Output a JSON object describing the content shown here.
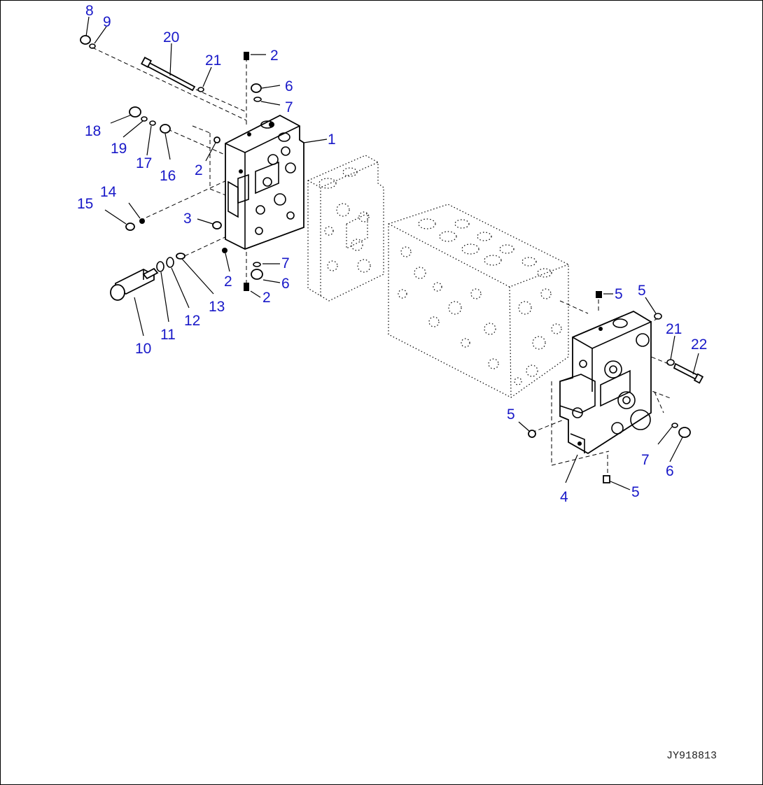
{
  "callouts": {
    "c8": "8",
    "c9": "9",
    "c20": "20",
    "c21a": "21",
    "c2a": "2",
    "c6a": "6",
    "c7a": "7",
    "c1": "1",
    "c18": "18",
    "c19": "19",
    "c17": "17",
    "c16": "16",
    "c2b": "2",
    "c14": "14",
    "c15": "15",
    "c3": "3",
    "c2c": "2",
    "c7b": "7",
    "c6b": "6",
    "c2d": "2",
    "c10": "10",
    "c11": "11",
    "c12": "12",
    "c13": "13",
    "c5a": "5",
    "c5b": "5",
    "c21b": "21",
    "c22": "22",
    "c5c": "5",
    "c7c": "7",
    "c6c": "6",
    "c4": "4",
    "c5d": "5"
  },
  "drawing_code": "JY918813"
}
